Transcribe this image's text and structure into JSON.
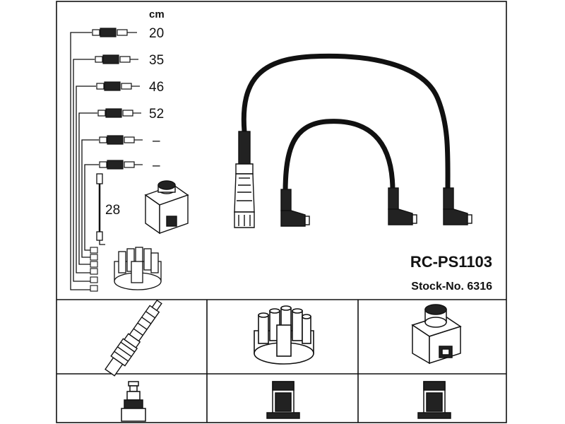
{
  "header": {
    "unit": "cm",
    "product_code": "RC-PS1103",
    "stock_number": "Stock-No. 6316"
  },
  "cable_lengths": [
    "20",
    "35",
    "46",
    "52",
    "–",
    "–"
  ],
  "coil_cable_length": "28",
  "icons": {
    "plug_cable": "spark-plug-cable-icon",
    "coil": "ignition-coil-icon",
    "distributor": "distributor-cap-icon",
    "spark_plug": "spark-plug-icon",
    "plug_terminal": "plug-terminal-icon",
    "cap_terminal": "cap-terminal-icon",
    "coil_terminal": "coil-terminal-icon"
  },
  "colors": {
    "line": "#111111",
    "background": "#ffffff"
  }
}
